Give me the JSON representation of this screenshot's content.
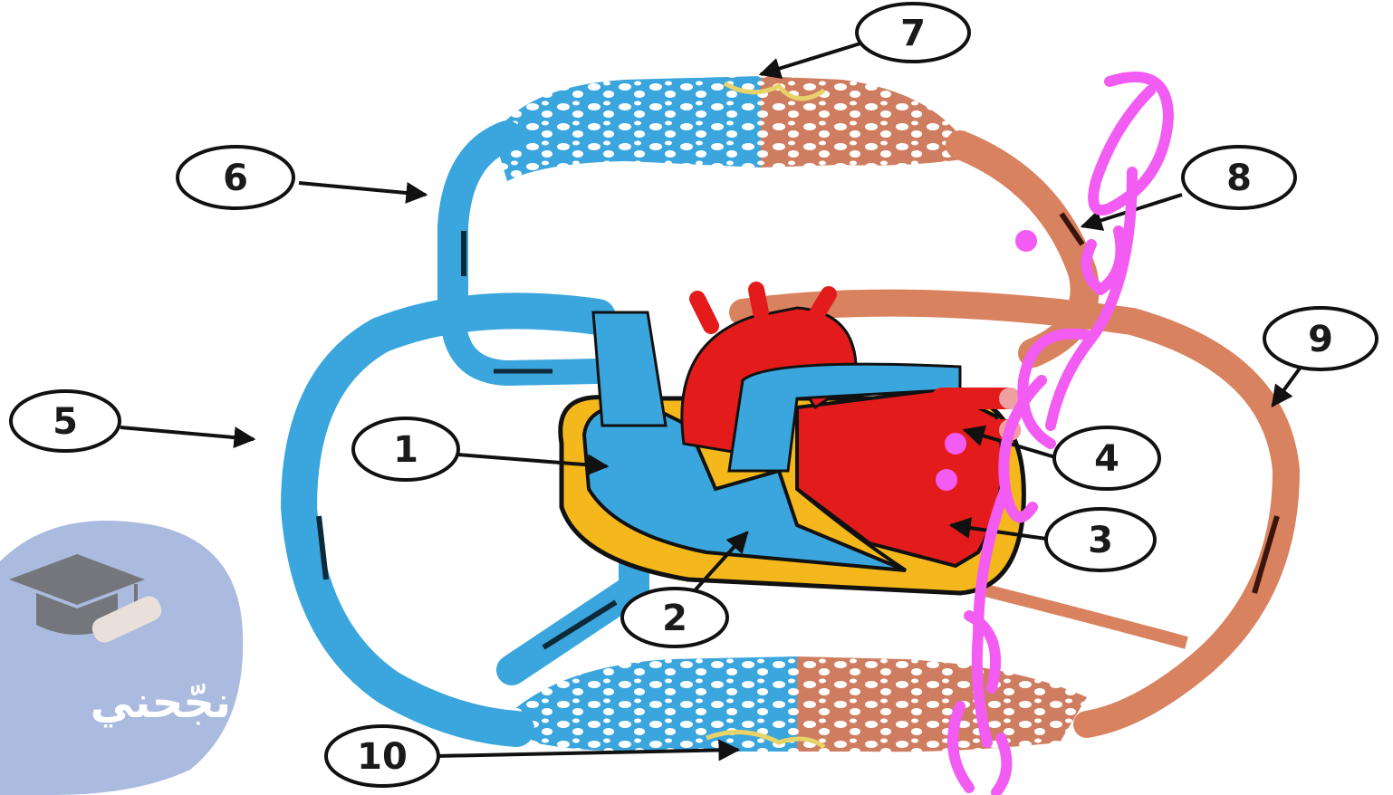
{
  "diagram": {
    "labels": {
      "l1": "1",
      "l2": "2",
      "l3": "3",
      "l4": "4",
      "l5": "5",
      "l6": "6",
      "l7": "7",
      "l8": "8",
      "l9": "9",
      "l10": "10"
    },
    "colors": {
      "deoxygenated": "#3aa6dd",
      "oxygenated": "#d9825f",
      "heart_red": "#e31b1b",
      "heart_blue": "#3aa6dd",
      "pericardium": "#f4b81c",
      "capillary_yellow": "#e8d36a",
      "watermark": "#f25cf2"
    }
  },
  "watermark": {
    "logo_text": "نجّحني",
    "icon": "graduation-cap-icon"
  }
}
